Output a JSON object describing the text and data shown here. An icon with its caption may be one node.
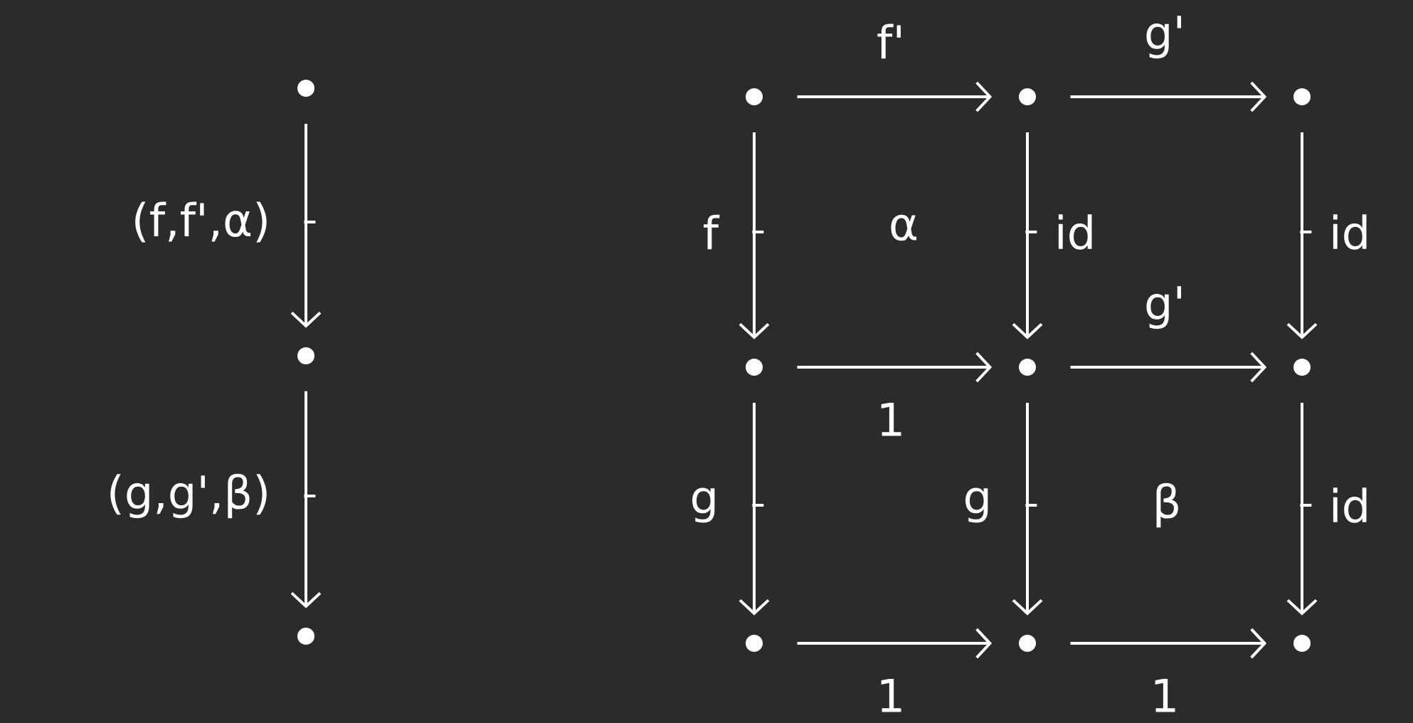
{
  "diagram": {
    "nodes": [
      {
        "text": [],
        "shape": "circle"
      },
      {
        "text": [],
        "shape": "circle"
      },
      {
        "text": [],
        "shape": "circle"
      },
      {
        "text": [],
        "shape": "circle"
      },
      {
        "text": [],
        "shape": "circle"
      },
      {
        "text": [],
        "shape": "circle"
      },
      {
        "text": [],
        "shape": "circle"
      },
      {
        "text": [],
        "shape": "circle"
      },
      {
        "text": [],
        "shape": "circle"
      },
      {
        "text": [],
        "shape": "circle"
      },
      {
        "text": [],
        "shape": "circle"
      },
      {
        "text": [],
        "shape": "circle"
      }
    ],
    "edges": [
      {
        "from": 0,
        "to": 1,
        "arrow": "to",
        "label": "(f,f',α)"
      },
      {
        "from": 1,
        "to": 2,
        "arrow": "to",
        "label": "(g,g',β)"
      },
      {
        "from": 3,
        "to": 4,
        "arrow": "to",
        "label": "f'"
      },
      {
        "from": 4,
        "to": 5,
        "arrow": "to",
        "label": "g'"
      },
      {
        "from": 3,
        "to": 6,
        "arrow": "to",
        "label": "f"
      },
      {
        "from": 4,
        "to": 7,
        "arrow": "to",
        "label": "id"
      },
      {
        "from": 5,
        "to": 8,
        "arrow": "to",
        "label": "id"
      },
      {
        "from": 6,
        "to": 7,
        "arrow": "to",
        "label": "1"
      },
      {
        "from": 7,
        "to": 8,
        "arrow": "to",
        "label": "g'"
      },
      {
        "from": 6,
        "to": 9,
        "arrow": "to",
        "label": "g"
      },
      {
        "from": 7,
        "to": 10,
        "arrow": "to",
        "label": "g"
      },
      {
        "from": 8,
        "to": 11,
        "arrow": "to",
        "label": "id"
      },
      {
        "from": 9,
        "to": 10,
        "arrow": "to",
        "label": "1"
      },
      {
        "from": 10,
        "to": 11,
        "arrow": "to",
        "label": "1"
      }
    ],
    "labels": [
      "α",
      "β"
    ]
  }
}
